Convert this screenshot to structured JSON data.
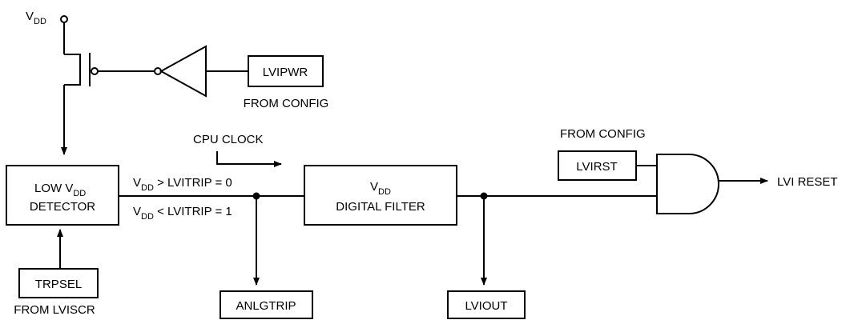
{
  "vdd": {
    "main": "V",
    "sub": "DD"
  },
  "lvipwr": "LVIPWR",
  "from_config_1": "FROM CONFIG",
  "cpu_clock": "CPU CLOCK",
  "from_config_2": "FROM CONFIG",
  "lvirst": "LVIRST",
  "lvi_reset": "LVI RESET",
  "detector": {
    "line1_main": "LOW V",
    "line1_sub": "DD",
    "line2": "DETECTOR"
  },
  "cond_gt": {
    "v": "V",
    "sub": "DD",
    "rest": " > LVITRIP = 0"
  },
  "cond_lt": {
    "v": "V",
    "sub": "DD",
    "rest": " < LVITRIP = 1"
  },
  "filter": {
    "line1_main": "V",
    "line1_sub": "DD",
    "line2": "DIGITAL FILTER"
  },
  "trpsel": "TRPSEL",
  "from_lviscr": "FROM LVISCR",
  "anlgtrip": "ANLGTRIP",
  "lviout": "LVIOUT"
}
